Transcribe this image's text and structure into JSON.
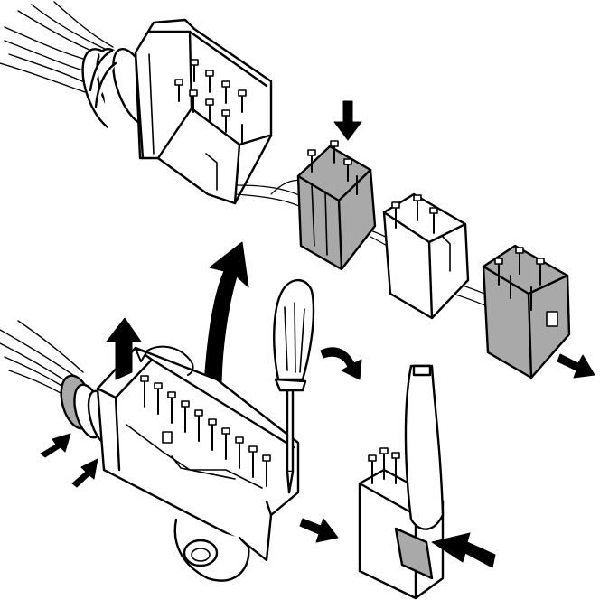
{
  "colors": {
    "background": "#ffffff",
    "outline": "#000000",
    "gray_fill": "#a9a9a9",
    "light_fill": "#ffffff",
    "dark_fill": "#1a1a1a"
  },
  "figure": {
    "components": [
      {
        "name": "wire-harness-top",
        "icon": "wire-bundle"
      },
      {
        "name": "main-connector-top",
        "icon": "connector-housing"
      },
      {
        "name": "module-gray-1",
        "icon": "connector-module"
      },
      {
        "name": "module-white",
        "icon": "connector-module"
      },
      {
        "name": "module-gray-2",
        "icon": "connector-module"
      },
      {
        "name": "wire-harness-bottom",
        "icon": "wire-bundle"
      },
      {
        "name": "main-connector-bottom",
        "icon": "connector-housing"
      },
      {
        "name": "screwdriver",
        "icon": "screwdriver"
      },
      {
        "name": "release-detail",
        "icon": "latch-release"
      }
    ],
    "arrows": [
      {
        "name": "down-arrow",
        "icon": "arrow-down"
      },
      {
        "name": "large-up-arrow",
        "icon": "arrow-curved-up"
      },
      {
        "name": "small-up-arrow",
        "icon": "arrow-up"
      },
      {
        "name": "rotate-arrow",
        "icon": "arrow-rotate"
      },
      {
        "name": "curved-arrow-right",
        "icon": "arrow-curved-right"
      },
      {
        "name": "push-arrow-1",
        "icon": "arrow-push"
      },
      {
        "name": "push-arrow-2",
        "icon": "arrow-push"
      },
      {
        "name": "arrow-right-mid",
        "icon": "arrow-right"
      },
      {
        "name": "arrow-right-bottom",
        "icon": "arrow-right"
      },
      {
        "name": "arrow-left-detail",
        "icon": "arrow-left"
      }
    ]
  }
}
